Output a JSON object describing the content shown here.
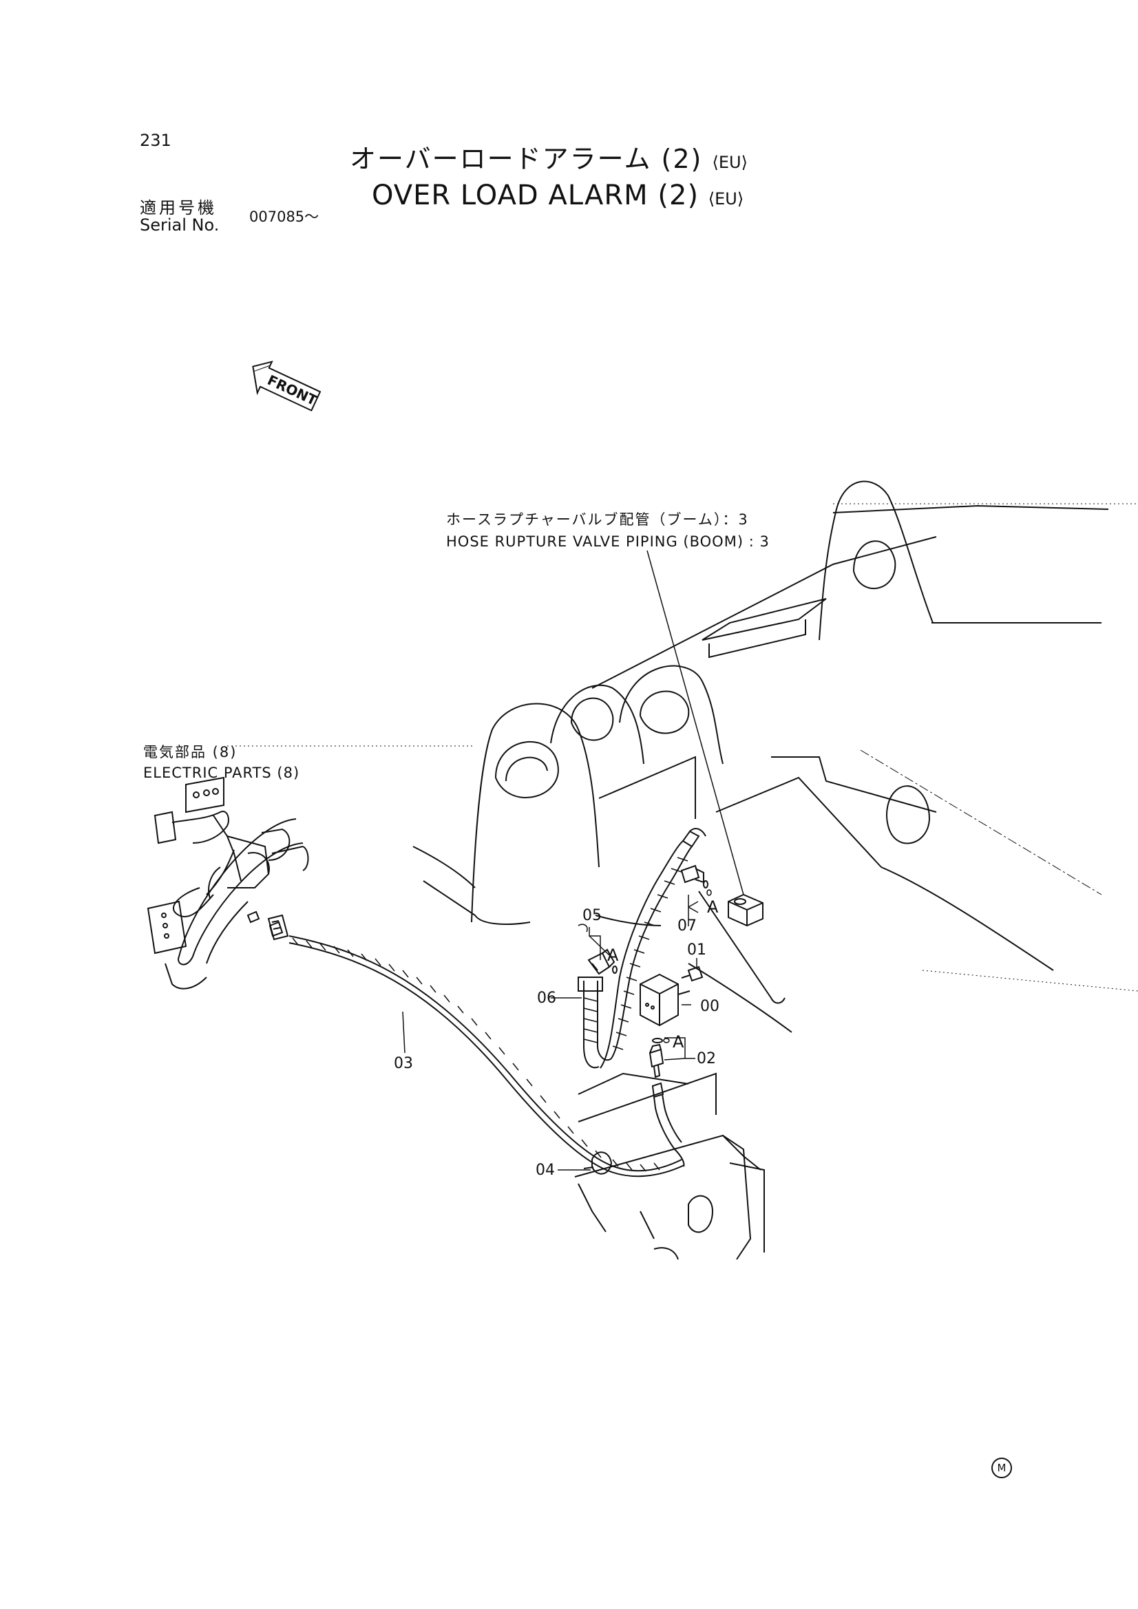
{
  "page": {
    "number": "231",
    "title_jp": "オーバーロードアラーム (2)",
    "title_en": "OVER LOAD ALARM (2)",
    "region_suffix": "⟨EU⟩",
    "serial_label_jp": "適用号機",
    "serial_label_en": "Serial No.",
    "serial_value": "007085～",
    "corner_mark": "M"
  },
  "references": {
    "hose_jp": "ホースラプチャーバルブ配管（ブーム）：3",
    "hose_en": "HOSE RUPTURE VALVE PIPING (BOOM) : 3",
    "electric_jp": "電気部品 (8)",
    "electric_en": "ELECTRIC PARTS (8)"
  },
  "front_arrow_label": "FRONT",
  "parts": {
    "p00": "00",
    "p01": "01",
    "p02": "02",
    "p03": "03",
    "p04": "04",
    "p05": "05",
    "p06": "06",
    "p07": "07"
  },
  "detail_marker": "A"
}
